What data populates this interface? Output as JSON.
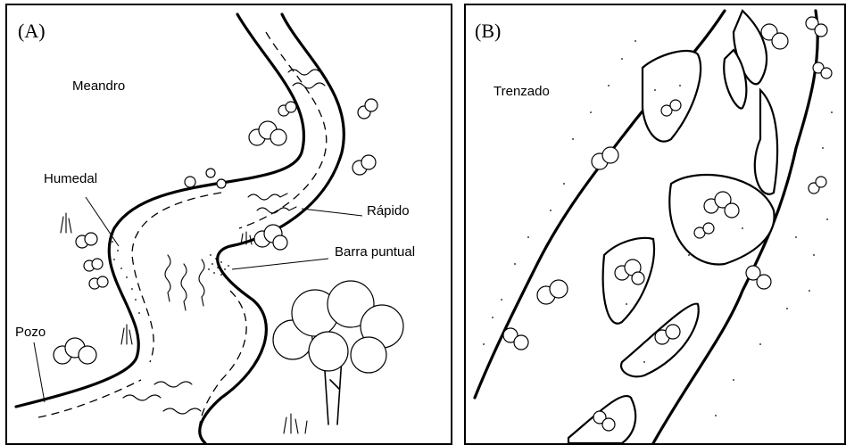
{
  "panels": [
    {
      "tag": "(A)",
      "title": "Meandro",
      "labels": {
        "humedal": "Humedal",
        "rapido": "Rápido",
        "barra": "Barra puntual",
        "pozo": "Pozo"
      }
    },
    {
      "tag": "(B)",
      "title": "Trenzado"
    }
  ]
}
